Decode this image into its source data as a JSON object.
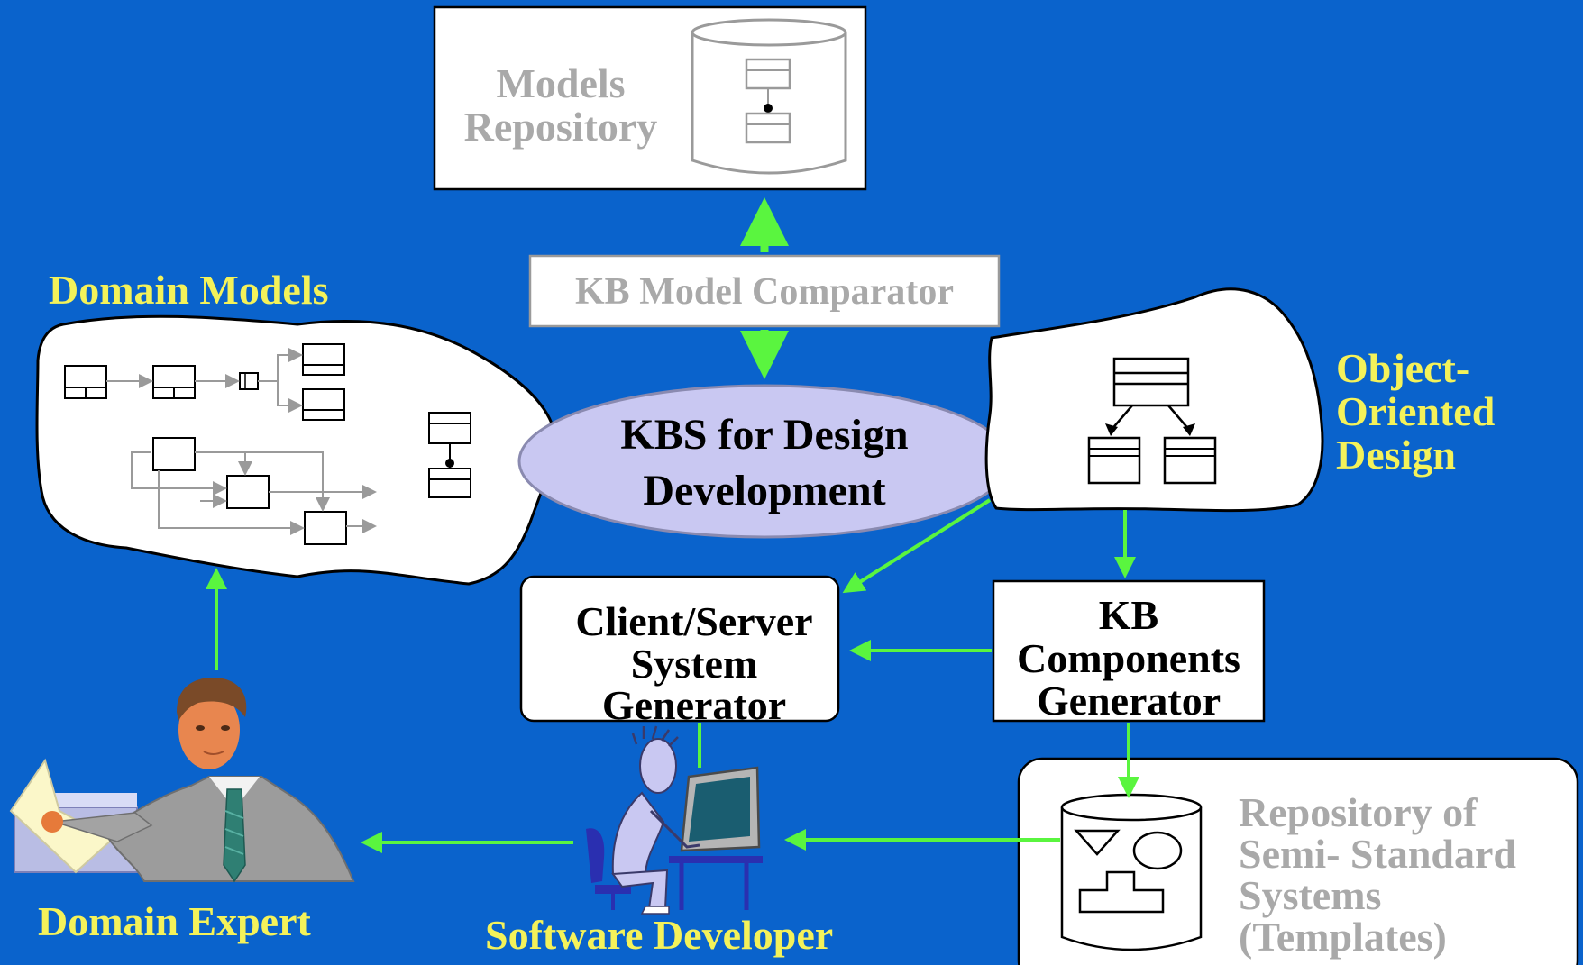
{
  "nodes": {
    "models_repository": {
      "line1": "Models",
      "line2": "Repository"
    },
    "kb_model_comparator": {
      "label": "KB Model Comparator"
    },
    "domain_models": {
      "title": "Domain Models"
    },
    "kbs": {
      "line1": "KBS for Design",
      "line2": "Development"
    },
    "object_oriented_design": {
      "line1": "Object-",
      "line2": "Oriented",
      "line3": "Design"
    },
    "client_server": {
      "line1": "Client/Server",
      "line2": "System",
      "line3": "Generator"
    },
    "kb_components": {
      "line1": "KB",
      "line2": "Components",
      "line3": "Generator"
    },
    "repository_templates": {
      "line1": "Repository of",
      "line2": "Semi- Standard",
      "line3": "Systems",
      "line4": "(Templates)"
    },
    "domain_expert": {
      "label": "Domain Expert"
    },
    "software_developer": {
      "label": "Software Developer"
    }
  },
  "colors": {
    "background": "#0a63cc",
    "connector": "#5af53f",
    "highlight_text": "#f4f25a",
    "muted_text": "#a9a9a9",
    "kbs_fill": "#c9c8f2"
  },
  "icons": [
    "database-icon",
    "uml-class-icon",
    "businessman-icon",
    "developer-at-computer-icon"
  ]
}
